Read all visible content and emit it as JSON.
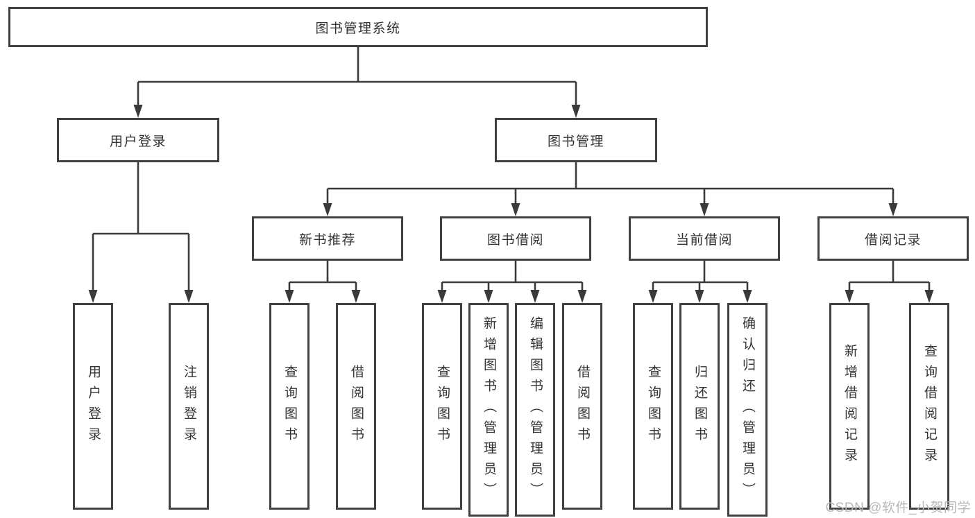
{
  "root_label": "图书管理系统",
  "level2": {
    "user_login": "用户登录",
    "book_mgmt": "图书管理"
  },
  "level3": {
    "new_books": "新书推荐",
    "book_borrow": "图书借阅",
    "current_borrow": "当前借阅",
    "borrow_records": "借阅记录"
  },
  "leaves": {
    "user_login": [
      "用户登录",
      "注销登录"
    ],
    "new_books": [
      "查询图书",
      "借阅图书"
    ],
    "book_borrow": [
      "查询图书",
      "新增图书（管理员）",
      "编辑图书（管理员）",
      "借阅图书"
    ],
    "current_borrow": [
      "查询图书",
      "归还图书",
      "确认归还（管理员）"
    ],
    "borrow_records": [
      "新增借阅记录",
      "查询借阅记录"
    ]
  },
  "watermark": "CSDN @软件_小贺同学",
  "colors": {
    "line": "#3a3a3a",
    "box_border": "#404040",
    "text": "#333333",
    "watermark": "#b8b8b8",
    "background": "#ffffff"
  }
}
